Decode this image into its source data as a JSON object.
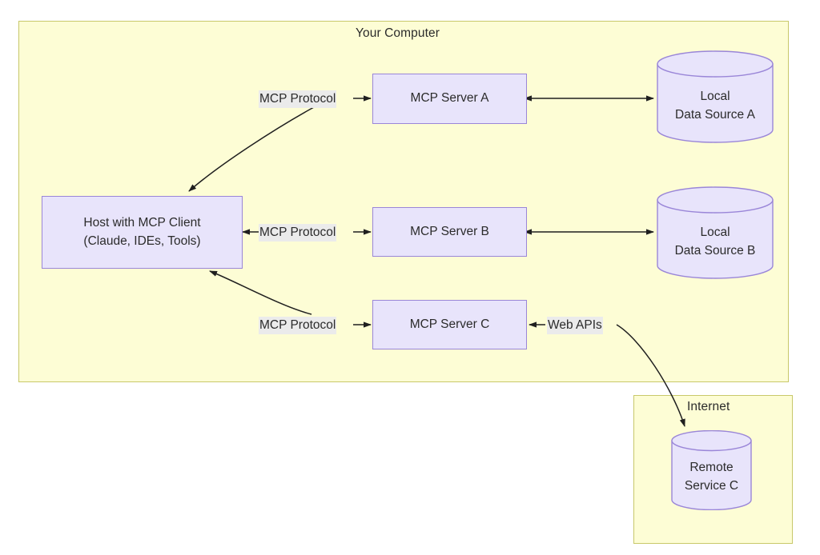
{
  "diagram": {
    "groups": [
      {
        "id": "your-computer",
        "title": "Your Computer"
      },
      {
        "id": "internet",
        "title": "Internet"
      }
    ],
    "nodes": [
      {
        "id": "host",
        "line1": "Host with MCP Client",
        "line2": "(Claude, IDEs, Tools)"
      },
      {
        "id": "server-a",
        "line1": "MCP Server A",
        "line2": ""
      },
      {
        "id": "server-b",
        "line1": "MCP Server B",
        "line2": ""
      },
      {
        "id": "server-c",
        "line1": "MCP Server C",
        "line2": ""
      }
    ],
    "datastores": [
      {
        "id": "local-a",
        "line1": "Local",
        "line2": "Data Source A"
      },
      {
        "id": "local-b",
        "line1": "Local",
        "line2": "Data Source B"
      },
      {
        "id": "remote-c",
        "line1": "Remote",
        "line2": "Service C"
      }
    ],
    "edge_labels": [
      {
        "id": "mcp-protocol-a",
        "text": "MCP Protocol"
      },
      {
        "id": "mcp-protocol-b",
        "text": "MCP Protocol"
      },
      {
        "id": "mcp-protocol-c",
        "text": "MCP Protocol"
      },
      {
        "id": "web-apis",
        "text": "Web APIs"
      }
    ],
    "colors": {
      "group_fill": "#fdfdd5",
      "group_stroke": "#c8c86a",
      "node_fill": "#e8e4fb",
      "node_stroke": "#9a86d8",
      "label_fill": "#ebebeb",
      "text": "#2b2b2b",
      "edge_stroke": "#1f1f1f",
      "canvas": "#ffffff"
    }
  }
}
